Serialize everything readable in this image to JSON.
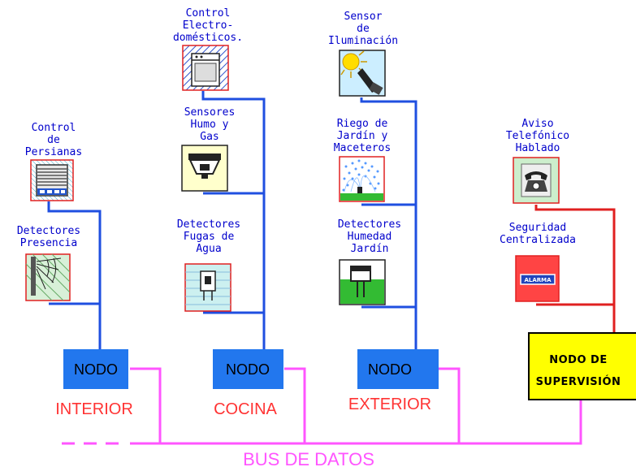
{
  "colors": {
    "blue_wire": "#1f4fe0",
    "red_wire": "#e02020",
    "bus": "#ff55ff",
    "node_fill": "#2277ee",
    "supervisor_fill": "#ffff00",
    "label": "#0000cc"
  },
  "nodes": {
    "interior": {
      "label": "NODO",
      "zone": "INTERIOR"
    },
    "cocina": {
      "label": "NODO",
      "zone": "COCINA"
    },
    "exterior": {
      "label": "NODO",
      "zone": "EXTERIOR"
    },
    "supervision": {
      "line1": "NODO DE",
      "line2": "SUPERVISIÓN"
    }
  },
  "bus": {
    "label": "BUS DE DATOS"
  },
  "devices": {
    "persianas": {
      "lines": [
        "Control",
        "de",
        "Persianas"
      ],
      "icon": "blinds-icon"
    },
    "presencia": {
      "lines": [
        "Detectores",
        "Presencia"
      ],
      "icon": "presence-sensor-icon"
    },
    "electro": {
      "lines": [
        "Control",
        "Electro-",
        "domésticos."
      ],
      "icon": "appliance-icon"
    },
    "humo": {
      "lines": [
        "Sensores",
        "Humo y",
        "Gas"
      ],
      "icon": "smoke-sensor-icon"
    },
    "fugas": {
      "lines": [
        "Detectores",
        "Fugas de",
        "Agua"
      ],
      "icon": "water-leak-sensor-icon"
    },
    "iluminacion": {
      "lines": [
        "Sensor",
        "de",
        "Iluminación"
      ],
      "icon": "light-sensor-icon"
    },
    "riego": {
      "lines": [
        "Riego de",
        "Jardín y",
        "Maceteros"
      ],
      "icon": "sprinkler-icon"
    },
    "humedad": {
      "lines": [
        "Detectores",
        "Humedad",
        "Jardín"
      ],
      "icon": "humidity-sensor-icon"
    },
    "telefono": {
      "lines": [
        "Aviso",
        "Telefónico",
        "Hablado"
      ],
      "icon": "telephone-icon"
    },
    "seguridad": {
      "lines": [
        "Seguridad",
        "Centralizada"
      ],
      "icon": "alarm-icon",
      "badge": "ALARMA"
    }
  }
}
